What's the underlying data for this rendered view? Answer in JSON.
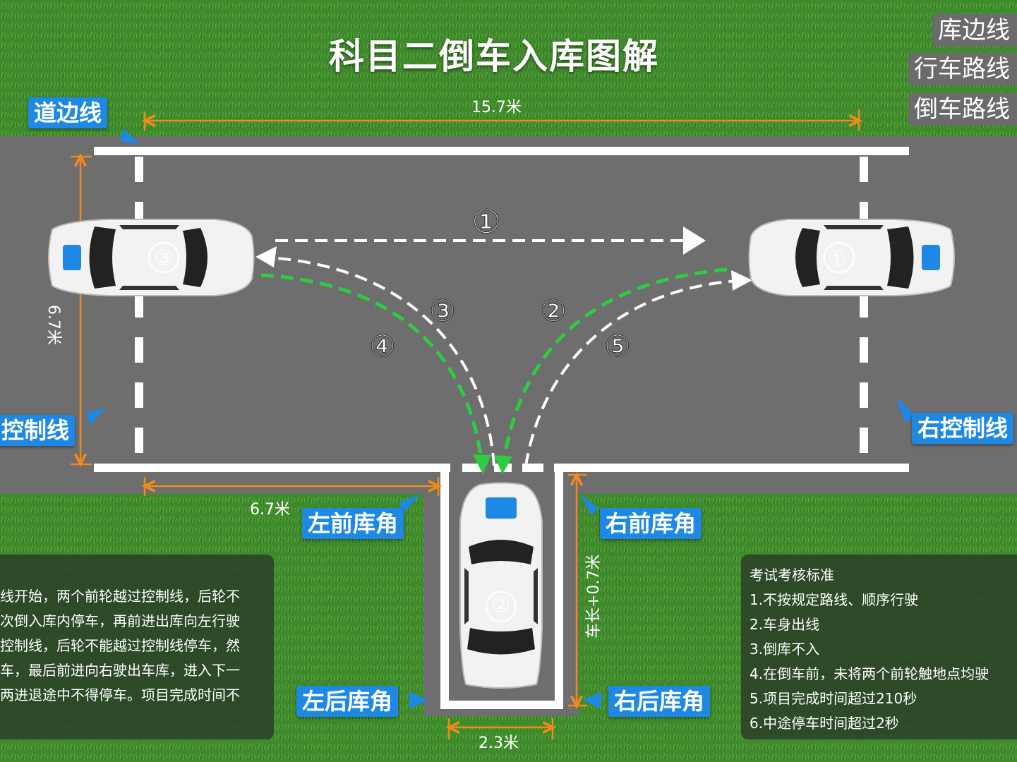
{
  "title": "科目二倒车入库图解",
  "legend": [
    "库边线",
    "行车路线",
    "倒车路线"
  ],
  "labels": {
    "road_edge": "道边线",
    "left_control": "控制线",
    "right_control": "右控制线",
    "left_front_corner": "左前库角",
    "right_front_corner": "右前库角",
    "left_rear_corner": "左后库角",
    "right_rear_corner": "右后库角"
  },
  "dimensions": {
    "top_width": "15.7米",
    "left_height": "6.7米",
    "bottom_left": "6.7米",
    "garage_depth": "车长+0.7米",
    "garage_width": "2.3米"
  },
  "route_markers": [
    "①",
    "②",
    "③",
    "④",
    "⑤"
  ],
  "car_numbers": [
    "③",
    "①",
    "②"
  ],
  "left_panel_lines": [
    "线开始，两个前轮越过控制线，后轮不",
    "次倒入库内停车，再前进出库向左行驶",
    "控制线，后轮不能越过控制线停车，然",
    "车，最后前进向右驶出车库，进入下一",
    "两进退途中不得停车。项目完成时间不"
  ],
  "right_panel": {
    "heading": "考试考核标准",
    "items": [
      "1.不按规定路线、顺序行驶",
      "2.车身出线",
      "3.倒库不入",
      "4.在倒车前，未将两个前轮触地点均驶",
      "5.项目完成时间超过210秒",
      "6.中途停车时间超过2秒"
    ]
  },
  "colors": {
    "grass": "#3f8a2c",
    "road": "#6e6e6e",
    "dimension": "#f08a1c",
    "drive_path": "#ffffff",
    "reverse_path": "#2ecc40",
    "tag": "#1e88e5"
  }
}
